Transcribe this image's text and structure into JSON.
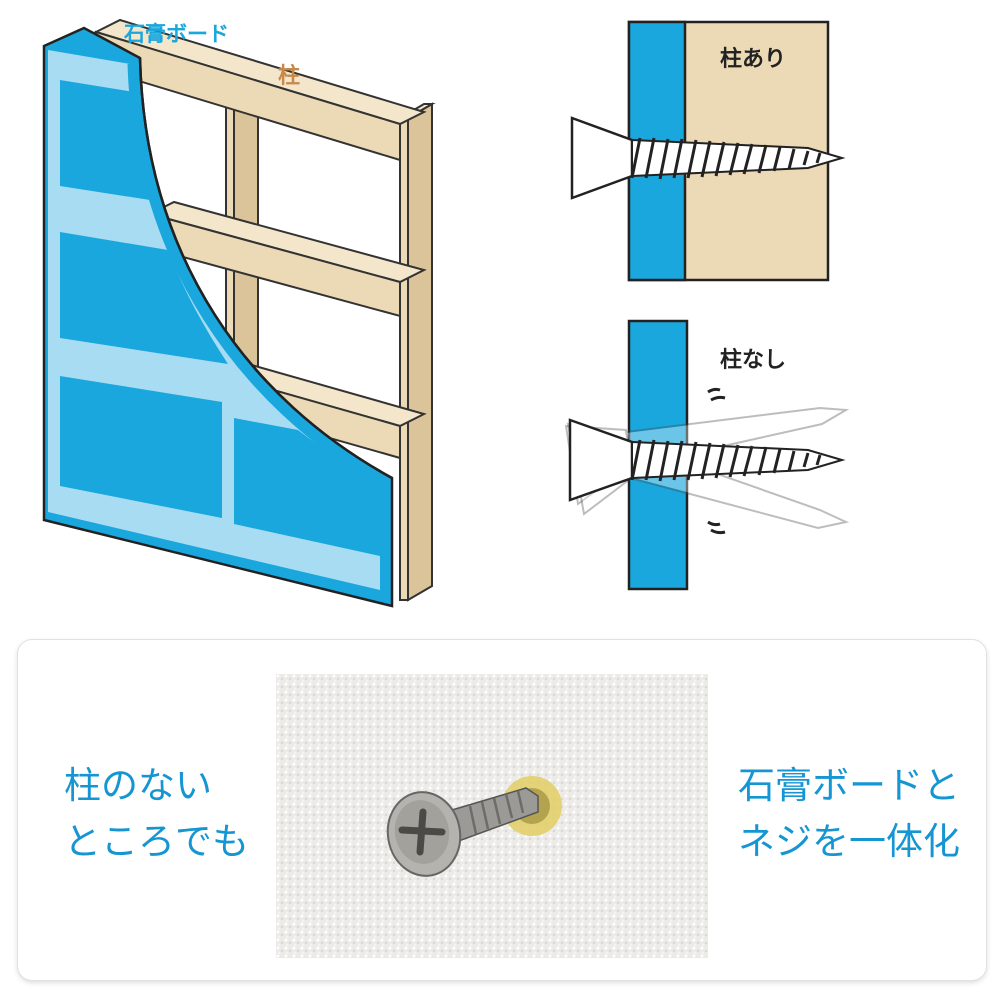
{
  "labels": {
    "gypsum_board": "石膏ボード",
    "stud": "柱",
    "with_stud": "柱あり",
    "without_stud": "柱なし"
  },
  "caption_left": [
    "柱のない",
    "ところでも"
  ],
  "caption_right": [
    "石膏ボードと",
    "ネジを一体化"
  ],
  "colors": {
    "board_blue": "#1aa7dd",
    "board_light": "#a8dcf2",
    "wood": "#ecd9b5",
    "caption_blue": "#1596d3",
    "stud_label": "#c8884a"
  }
}
